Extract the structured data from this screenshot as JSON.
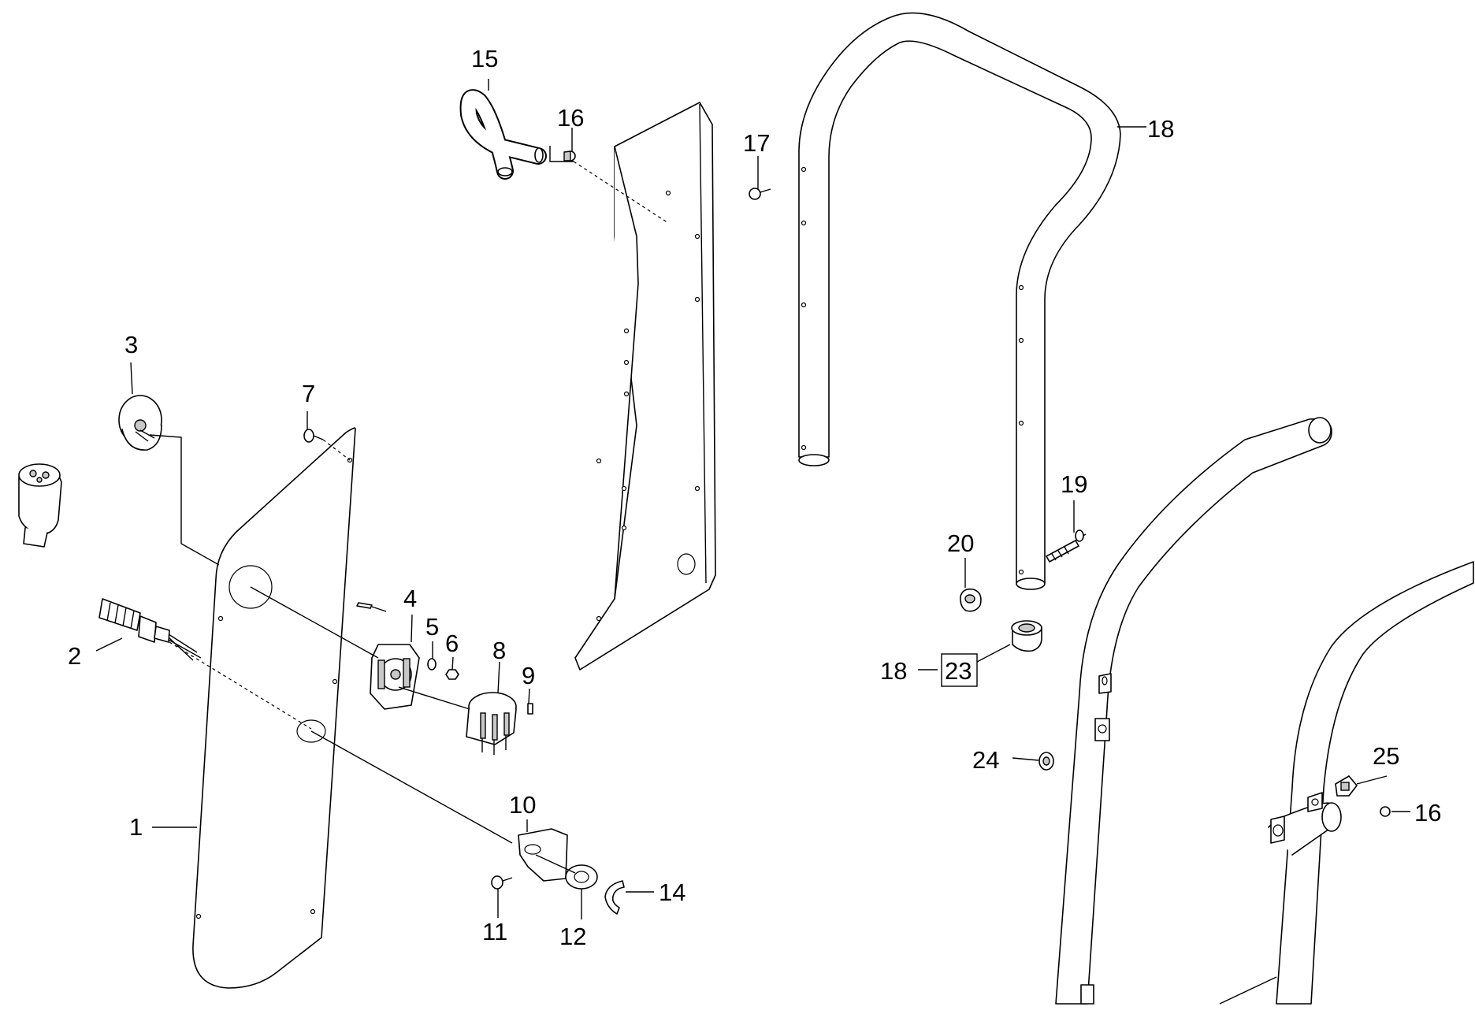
{
  "callouts": {
    "c1": "1",
    "c2": "2",
    "c3": "3",
    "c4": "4",
    "c5": "5",
    "c6": "6",
    "c7": "7",
    "c8": "8",
    "c9": "9",
    "c10": "10",
    "c11": "11",
    "c12": "12",
    "c14": "14",
    "c15": "15",
    "c16a": "16",
    "c16b": "16",
    "c17": "17",
    "c18a": "18",
    "c18b": "18",
    "c19": "19",
    "c20": "20",
    "c23": "23",
    "c24": "24",
    "c25": "25"
  }
}
